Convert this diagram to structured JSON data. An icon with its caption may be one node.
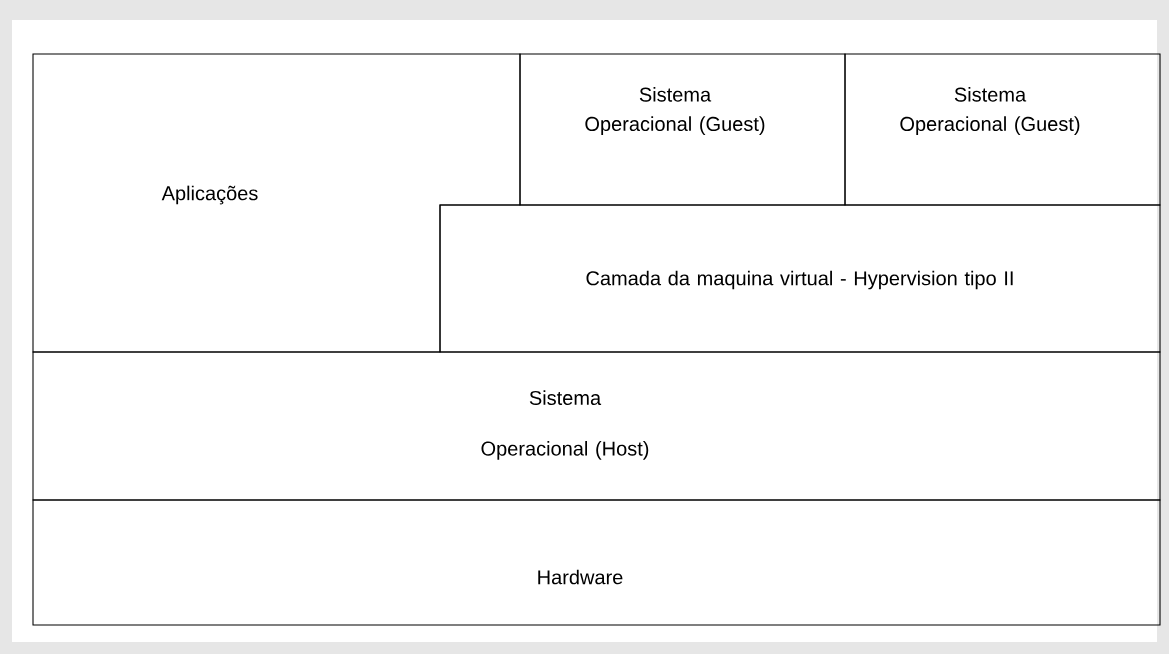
{
  "diagram": {
    "nodes": [
      {
        "text": [
          "Aplicações"
        ]
      },
      {
        "text": [
          "Sistema Operacional (Guest)"
        ]
      },
      {
        "text": [
          "Sistema Operacional (Guest)"
        ]
      },
      {
        "text": [
          "Camada da maquina virtual - Hypervision tipo II"
        ]
      },
      {
        "text": [
          "Sistema Operacional (Host)"
        ]
      },
      {
        "text": [
          "Hardware"
        ]
      }
    ]
  }
}
